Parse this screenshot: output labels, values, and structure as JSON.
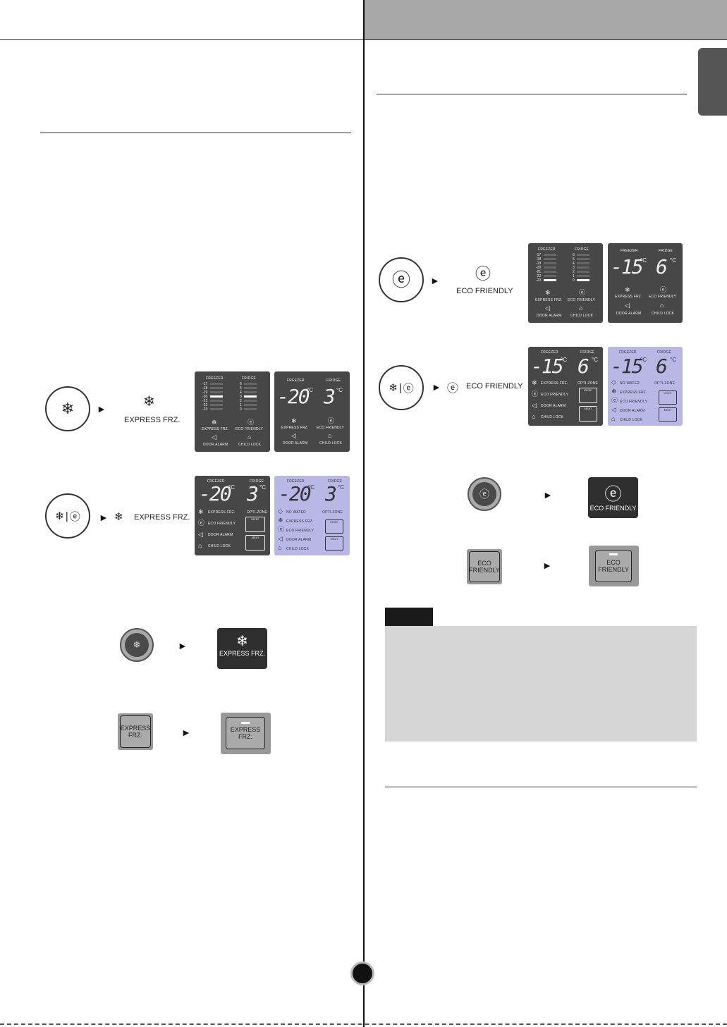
{
  "icons": {
    "express": "snowflake-refresh-icon",
    "eco": "eco-leaf-icon",
    "alarm": "speaker-icon",
    "lock": "lock-icon",
    "water": "water-drop-icon",
    "arrow": "play-arrow-icon"
  },
  "left": {
    "label_express": "EXPRESS FRZ.",
    "label_express_2": "EXPRESS FRZ.",
    "button_dark": "EXPRESS FRZ.",
    "key_label": "EXPRESS FRZ."
  },
  "right": {
    "label_eco": "ECO FRIENDLY",
    "label_eco_2": "ECO FRIENDLY",
    "button_dark": "ECO FRIENDLY",
    "key_label": "ECO FRIENDLY"
  },
  "display": {
    "freezer": "FREEZER",
    "fridge": "FRIDGE",
    "express": "EXPRESS FRZ.",
    "eco": "ECO FRIENDLY",
    "door_alarm": "DOOR ALARM",
    "child_lock": "CHILD LOCK",
    "no_water": "NO WATER",
    "opti_zone": "OPTI-ZONE",
    "vege": "VEGE.",
    "meat": "MEAT",
    "unit": "°C",
    "freezer_scale": [
      "-17",
      "-18",
      "-19",
      "-20",
      "-21",
      "-22",
      "-23"
    ],
    "fridge_scale": [
      "6",
      "5",
      "4",
      "3",
      "2",
      "1",
      "0"
    ]
  },
  "temps": {
    "left_freezer": "-20",
    "left_fridge": "3",
    "right_freezer": "-15",
    "right_fridge": "6"
  }
}
